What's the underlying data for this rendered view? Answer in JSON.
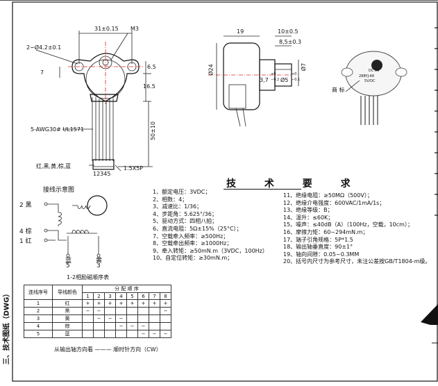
{
  "side_label": "三、技术图纸（DWG）",
  "title": "技 术 要 求",
  "dimensions": {
    "top_width": "31±0.15",
    "thread": "M3",
    "hole_dia": "2−Ø4.2±0.1",
    "height_7": "7",
    "h_6_5": "6.5",
    "h_16_5": "16.5",
    "lead_len": "50±10",
    "cable": "5-AWG30# UL1571",
    "wire_colors": "红,黑,黄,棕,蓝",
    "connector": "1.5X5P",
    "pins": "12345",
    "side_19": "19",
    "side_10": "10±0.5",
    "side_8_5": "8,5±0.3",
    "side_d24": "Ø24",
    "side_d7": "Ø7",
    "side_3_7": "3,7",
    "side_3_7_tol_up": "+0",
    "side_3_7_tol_dn": "−0.2",
    "side_d5": "Ø5",
    "side_d5_tol_up": "+0",
    "side_d5_tol_dn": "−0.1",
    "label_tag": "商 标"
  },
  "wiring": {
    "title": "接线示意图",
    "pin2": "2 黑",
    "pin4": "4 棕",
    "pin1": "1 红",
    "pin5_color": "蓝",
    "pin5": "5",
    "pin3_color": "黄",
    "pin3": "3",
    "caption": "1-2相励磁顺序表"
  },
  "specs_left": [
    "1、额定电压：3VDC；",
    "2、相数：4；",
    "3、减速比：1/36；",
    "4、步距角：5.625°/36；",
    "5、驱动方式：四相八拍；",
    "6、直流电阻：5Ω±15%（25°C）；",
    "7、空载牵入频率：≥500Hz；",
    "8、空载牵出频率：≥1000Hz；",
    "9、牵入转矩：≥50mN.m（3VDC，100Hz）",
    "10、自定位转矩：≥30mN.m；"
  ],
  "specs_right": [
    "11、绝缘电阻：≥50MΩ（500V）；",
    "12、绝缘介电强度：600VAC/1mA/1s；",
    "13、绝缘等级：B；",
    "14、温升：≤60K；",
    "15、噪声：≤40dB（A）（100Hz，空载，10cm）；",
    "16、摩擦力矩：60~294mN.m；",
    "17、端子引角规格：5P*1.5",
    "18、输出轴垂直度：90±1°",
    "19、轴向间隙：0.05~0.3MM",
    "20、括号内尺寸为参考尺寸，未注公差按GB/T1804-m级。"
  ],
  "sequence_table": {
    "headers": [
      "连线序号",
      "导线颜色",
      "分 配 顺 序"
    ],
    "steps": [
      "1",
      "2",
      "3",
      "4",
      "5",
      "6",
      "7",
      "8"
    ],
    "rows": [
      {
        "no": "1",
        "color": "红",
        "cells": [
          "+",
          "+",
          "+",
          "+",
          "+",
          "+",
          "+",
          "+"
        ]
      },
      {
        "no": "2",
        "color": "黑",
        "cells": [
          "−",
          "−",
          "",
          "",
          "",
          "",
          "",
          "−"
        ]
      },
      {
        "no": "3",
        "color": "黄",
        "cells": [
          "",
          "−",
          "−",
          "−",
          "",
          "",
          "",
          ""
        ]
      },
      {
        "no": "4",
        "color": "棕",
        "cells": [
          "",
          "",
          "",
          "−",
          "−",
          "−",
          "",
          ""
        ]
      },
      {
        "no": "5",
        "color": "蓝",
        "cells": [
          "",
          "",
          "",
          "",
          "",
          "−",
          "−",
          "−"
        ]
      }
    ],
    "footer": "从输出轴方向看 ——— 顺时针方向（CW）"
  },
  "motor_label": {
    "brand_line": "DC 5V",
    "model": "28BYJ-48",
    "serial": "5V/DC"
  }
}
